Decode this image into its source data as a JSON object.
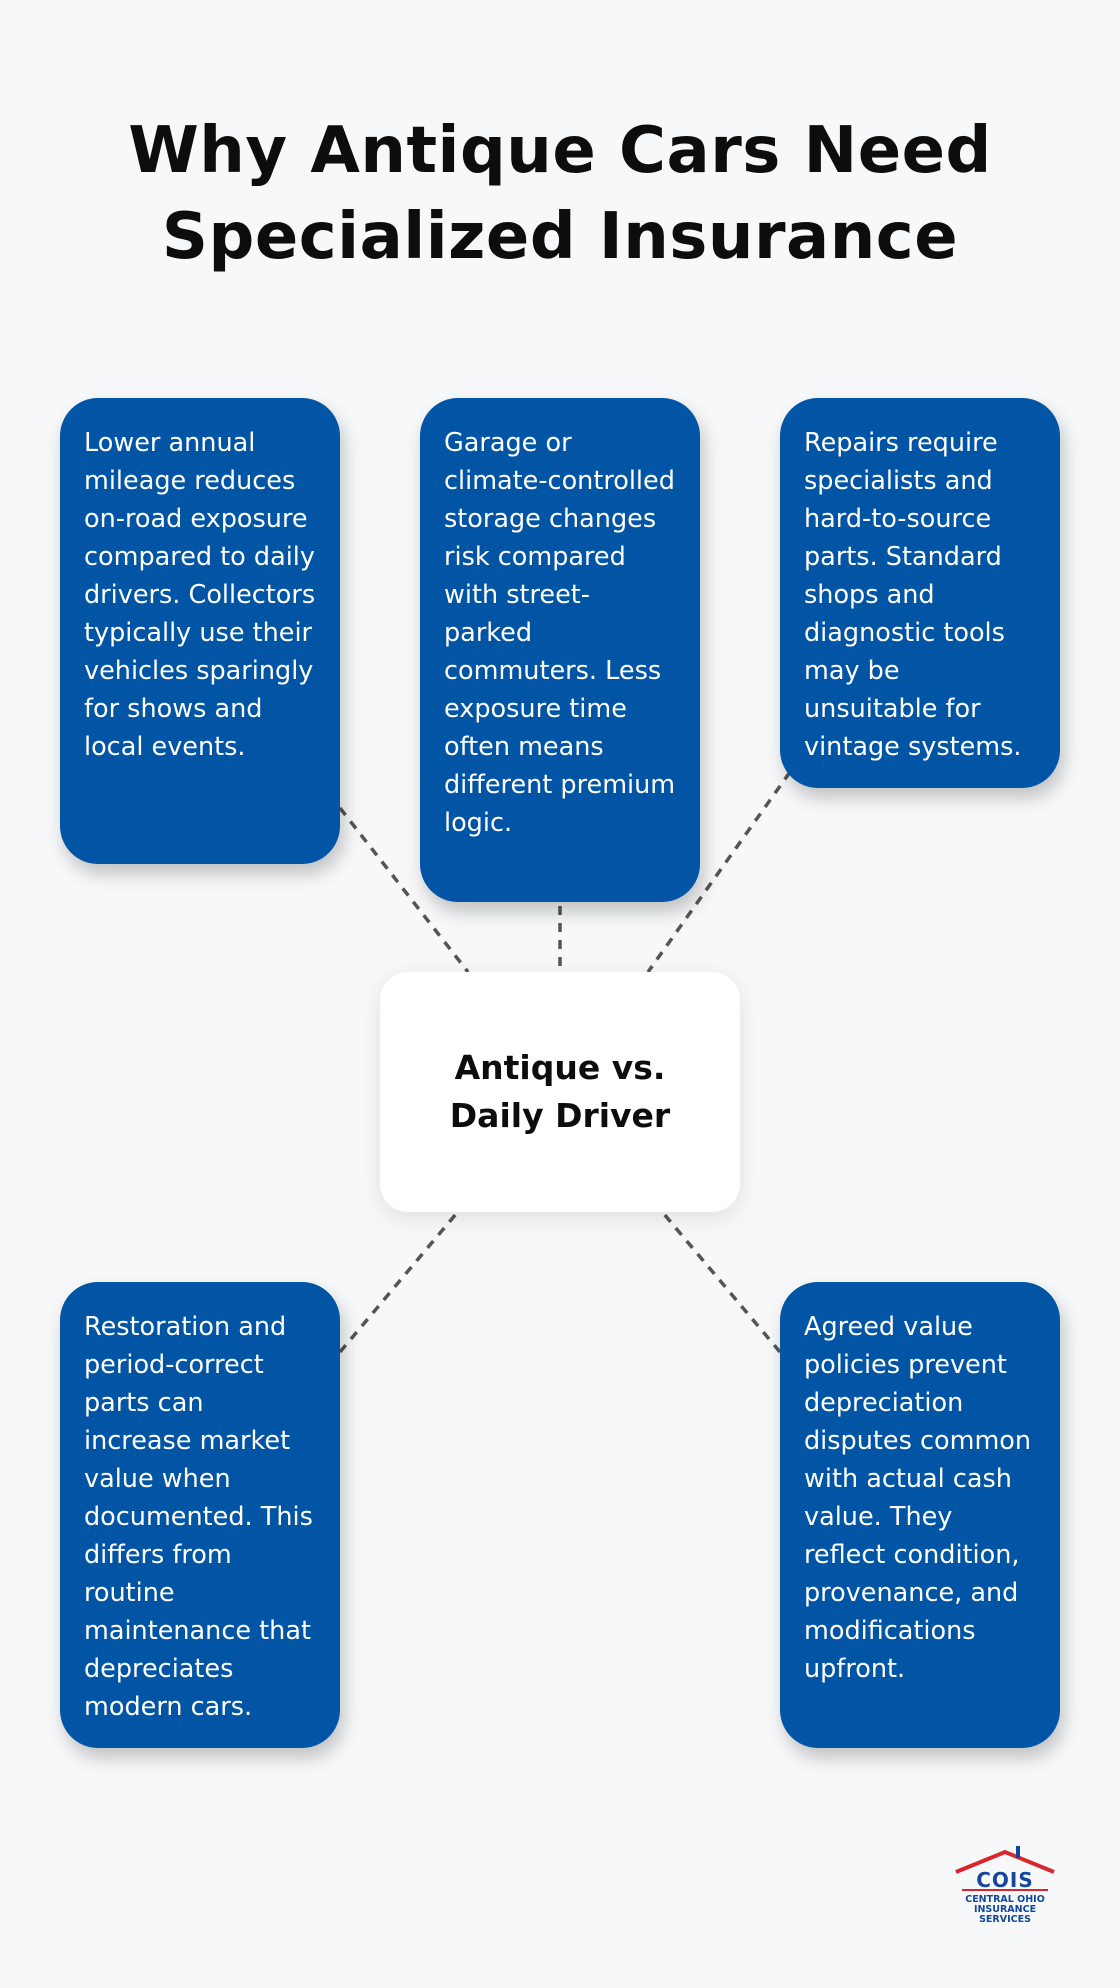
{
  "title": {
    "line1": "Why Antique Cars Need",
    "line2": "Specialized Insurance"
  },
  "center": {
    "line1": "Antique vs.",
    "line2": "Daily Driver"
  },
  "cards": [
    {
      "id": "mileage",
      "text": "Lower annual mileage reduces on-road exposure compared to daily drivers. Collectors typically use their vehicles sparingly for shows and local events."
    },
    {
      "id": "storage",
      "text": "Garage or climate-controlled storage changes risk compared with street-parked commuters. Less exposure time often means different premium logic."
    },
    {
      "id": "repairs",
      "text": "Repairs require specialists and hard-to-source parts. Standard shops and diagnostic tools may be unsuitable for vintage systems."
    },
    {
      "id": "restoration",
      "text": "Restoration and period-correct parts can increase market value when documented. This differs from routine maintenance that depreciates modern cars."
    },
    {
      "id": "agreed-value",
      "text": "Agreed value policies prevent depreciation disputes common with actual cash value. They reflect condition, provenance, and modifications upfront."
    }
  ],
  "logo": {
    "name": "COIS",
    "line1": "CENTRAL OHIO",
    "line2": "INSURANCE",
    "line3": "SERVICES"
  },
  "colors": {
    "card": "#0255a5",
    "background": "#f7f8fa",
    "connector": "#555555",
    "logo_red": "#d8262c",
    "logo_blue": "#12479a"
  }
}
